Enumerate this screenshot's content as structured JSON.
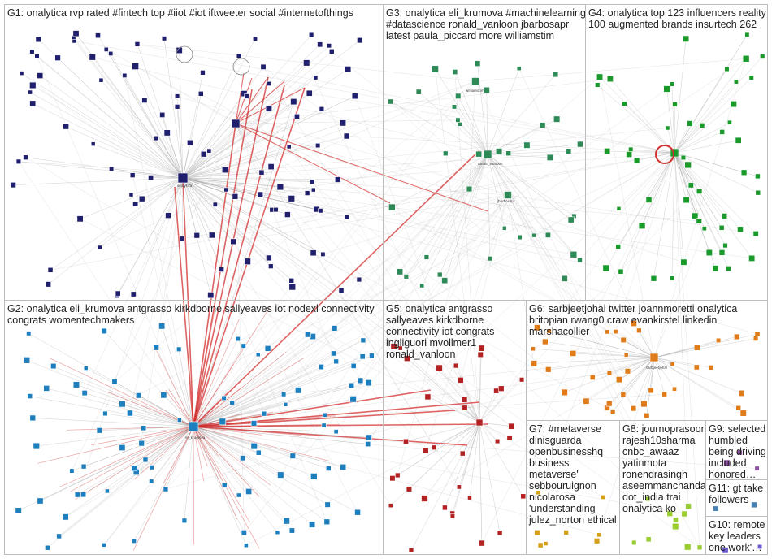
{
  "groups": [
    {
      "id": "G1",
      "label": "G1: onalytica rvp rated #fintech top #iiot #iot iftweeter social #internetofthings",
      "color": "#1f1f6e"
    },
    {
      "id": "G2",
      "label": "G2: onalytica eli_krumova antgrasso kirkdborne sallyeaves iot nodexl connectivity congrats womentechmakers",
      "color": "#1e7fbf"
    },
    {
      "id": "G3",
      "label": "G3: onalytica eli_krumova #machinelearning #datascience ronald_vanloon jbarbosapr latest paula_piccard more williamstim",
      "color": "#2e8b57"
    },
    {
      "id": "G4",
      "label": "G4: onalytica top 123 influencers reality 100 augmented brands insurtech 262",
      "color": "#1a9a2a"
    },
    {
      "id": "G5",
      "label": "G5: onalytica antgrasso sallyeaves kirkdborne connectivity iot congrats ingliguori mvollmer1 ronald_vanloon",
      "color": "#b22222"
    },
    {
      "id": "G6",
      "label": "G6: sarbjeetjohal twitter joannmoretti onalytica britopian rwang0 craw evankirstel linkedin marshacollier",
      "color": "#e07b1a"
    },
    {
      "id": "G7",
      "label": "G7: #metaverse dinisguarda openbusinesshq business metaverse' sebbouruignon nicolarosa 'understanding julez_norton ethical",
      "color": "#d4a017"
    },
    {
      "id": "G8",
      "label": "G8: journoprasoon rajesh10sharma cnbc_awaaz yatinmota ronendrasingh aseemmanchanda dot_india trai onalytica ko",
      "color": "#9acd32"
    },
    {
      "id": "G9",
      "label": "G9: selected humbled being driving included honored…",
      "color": "#8b4fa0"
    },
    {
      "id": "G10",
      "label": "G10: remote key leaders one work'…",
      "color": "#6a5acd"
    },
    {
      "id": "G11",
      "label": "G11: gt take followers",
      "color": "#4682b4"
    }
  ],
  "hubs": {
    "onalytica": "onalytica",
    "eli_krumova": "eli_krumova",
    "ronald_vanloon": "ronald_vanloon",
    "sarbjeetjohal": "sarbjeetjohal",
    "williamstim": "williamstim",
    "jbarbosapr": "jbarbosapr"
  },
  "colors": {
    "edge": "#9a9a9a",
    "edge_strong": "#d32f2f",
    "panel_border": "#bdbdbd"
  }
}
